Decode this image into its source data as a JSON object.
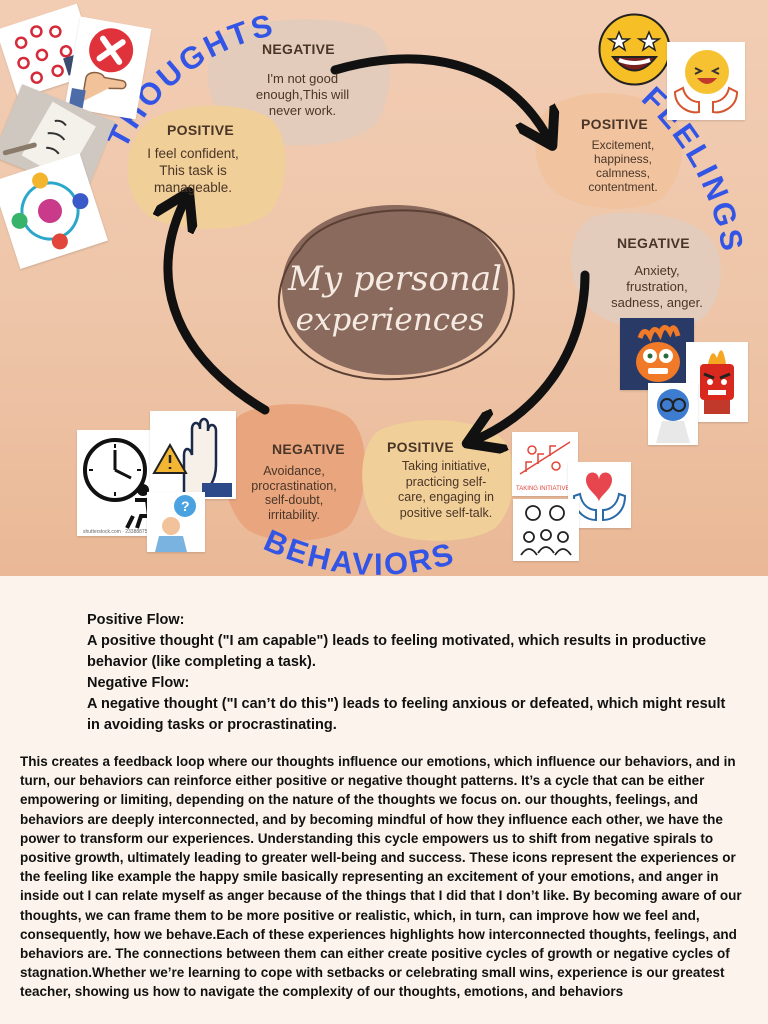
{
  "center_title": {
    "line1": "My personal",
    "line2": "experiences"
  },
  "ring_labels": {
    "thoughts": "THOUGHTS",
    "feelings": "FEELINGS",
    "behaviors": "BEHAVIORS"
  },
  "thoughts": {
    "negative": {
      "heading": "NEGATIVE",
      "lines": [
        "I'm not good",
        "enough,This will",
        "never work."
      ]
    },
    "positive": {
      "heading": "POSITIVE",
      "lines": [
        "I feel confident,",
        "This task is",
        "manageable."
      ]
    }
  },
  "feelings": {
    "positive": {
      "heading": "POSITIVE",
      "lines": [
        "Excitement,",
        "happiness,",
        "calmness,",
        "contentment."
      ]
    },
    "negative": {
      "heading": "NEGATIVE",
      "lines": [
        "Anxiety,",
        "frustration,",
        "sadness, anger."
      ]
    }
  },
  "behaviors": {
    "negative": {
      "heading": "NEGATIVE",
      "lines": [
        "Avoidance,",
        "procrastination,",
        "self-doubt,",
        "irritability."
      ]
    },
    "positive": {
      "heading": "POSITIVE",
      "lines": [
        "Taking initiative,",
        "practicing self-",
        "care, engaging in",
        "positive self-talk."
      ]
    }
  },
  "image_captions": {
    "taking_initiative": "TAKING INITIATIVE",
    "stock_credit": "shutterstock.com · 2338887515"
  },
  "flows": {
    "positive_heading": "Positive Flow:",
    "positive_text": "A positive thought (\"I am capable\") leads to feeling motivated, which results in productive behavior (like completing a task).",
    "negative_heading": "Negative Flow:",
    "negative_text": "A negative thought (\"I can’t do this\") leads to feeling anxious or defeated, which might result in avoiding tasks or procrastinating."
  },
  "paragraph": "This creates a feedback loop where our thoughts influence our emotions, which influence our behaviors, and in turn, our behaviors can reinforce either positive or negative thought patterns. It’s a cycle that can be either empowering or limiting, depending on the nature of the thoughts we focus on.  our thoughts, feelings, and behaviors are deeply interconnected, and by becoming mindful of how they influence each other, we have the power to transform our experiences. Understanding this cycle empowers us to shift from negative spirals to positive growth, ultimately leading to greater well-being and success. These icons represent the experiences or the feeling like example the happy smile basically representing an excitement of your emotions, and anger in inside out I can relate myself as anger because of the things that I did that I don’t like. By becoming aware of our thoughts, we can frame them to be more positive or realistic, which, in turn, can improve how we feel and, consequently, how we behave.Each of these experiences highlights how interconnected thoughts, feelings, and behaviors are. The connections between them can either create positive cycles of growth or negative cycles of stagnation.Whether we’re learning to cope with setbacks or celebrating small wins, experience is our greatest teacher, showing us how to navigate the complexity of our thoughts, emotions, and behaviors",
  "colors": {
    "ring_text": "#3355e6",
    "center_fill": "#8a6a5c",
    "blob_gray": "#e3ccbb",
    "blob_peach": "#f1c39f",
    "blob_orange": "#e9a57e",
    "blob_yellow": "#f1cf98",
    "arrow": "#111111"
  }
}
